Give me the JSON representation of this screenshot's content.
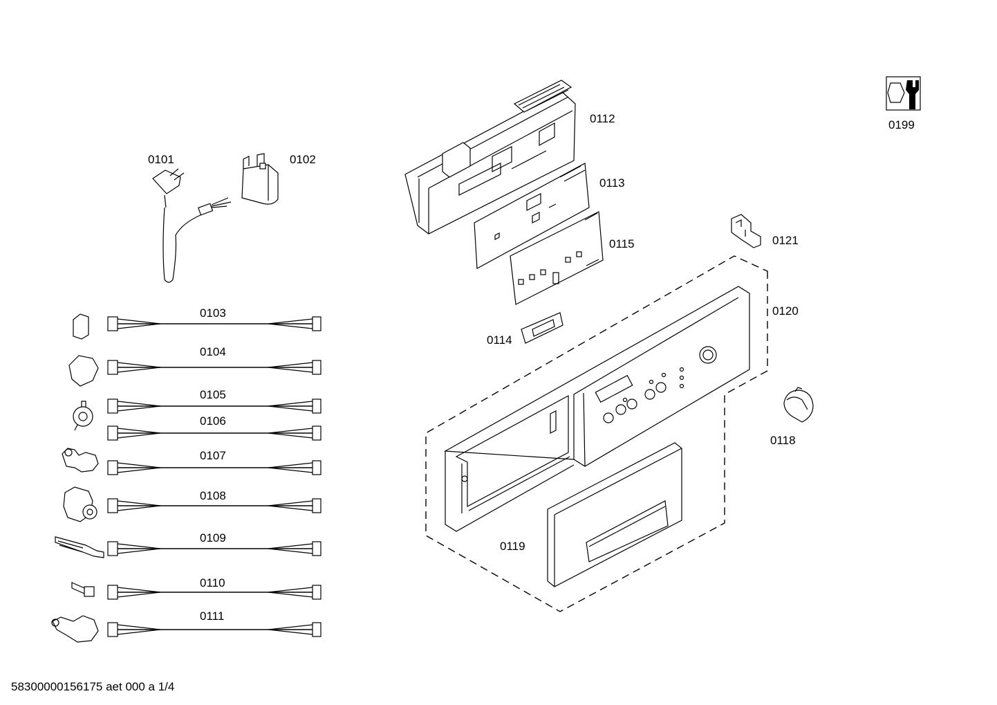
{
  "document_id": "58300000156175 aet 000 a 1/4",
  "callouts": {
    "c0101": "0101",
    "c0102": "0102",
    "c0103": "0103",
    "c0104": "0104",
    "c0105": "0105",
    "c0106": "0106",
    "c0107": "0107",
    "c0108": "0108",
    "c0109": "0109",
    "c0110": "0110",
    "c0111": "0111",
    "c0112": "0112",
    "c0113": "0113",
    "c0114": "0114",
    "c0115": "0115",
    "c0118": "0118",
    "c0119": "0119",
    "c0120": "0120",
    "c0121": "0121",
    "c0199": "0199"
  },
  "icons": {
    "service": "wrench-nut-icon"
  }
}
